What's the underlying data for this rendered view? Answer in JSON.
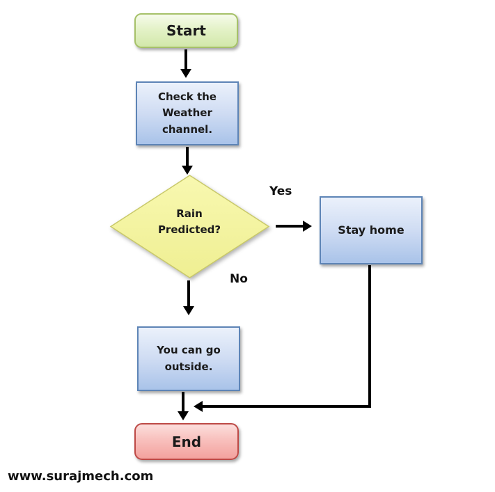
{
  "nodes": {
    "start": {
      "label": "Start"
    },
    "check_weather": {
      "label": "Check the Weather channel."
    },
    "rain_predicted": {
      "label": "Rain Predicted?"
    },
    "stay_home": {
      "label": "Stay home"
    },
    "go_outside": {
      "label": "You can go outside."
    },
    "end": {
      "label": "End"
    }
  },
  "edge_labels": {
    "yes": "Yes",
    "no": "No"
  },
  "footer": {
    "website": "www.surajmech.com"
  },
  "colors": {
    "start_fill_top": "#f6fbeb",
    "start_fill_bottom": "#d2e8aa",
    "start_border": "#a6c169",
    "process_fill_top": "#ebf1fb",
    "process_fill_bottom": "#a9c3e9",
    "process_border": "#5d84b6",
    "decision_fill_top": "#f8f8b0",
    "decision_fill_bottom": "#efef92",
    "decision_border": "#c9c96a",
    "end_fill_top": "#fcdedc",
    "end_fill_bottom": "#f3a19d",
    "end_border": "#bd4946",
    "connector": "#000000",
    "text": "#1a1a1a"
  }
}
